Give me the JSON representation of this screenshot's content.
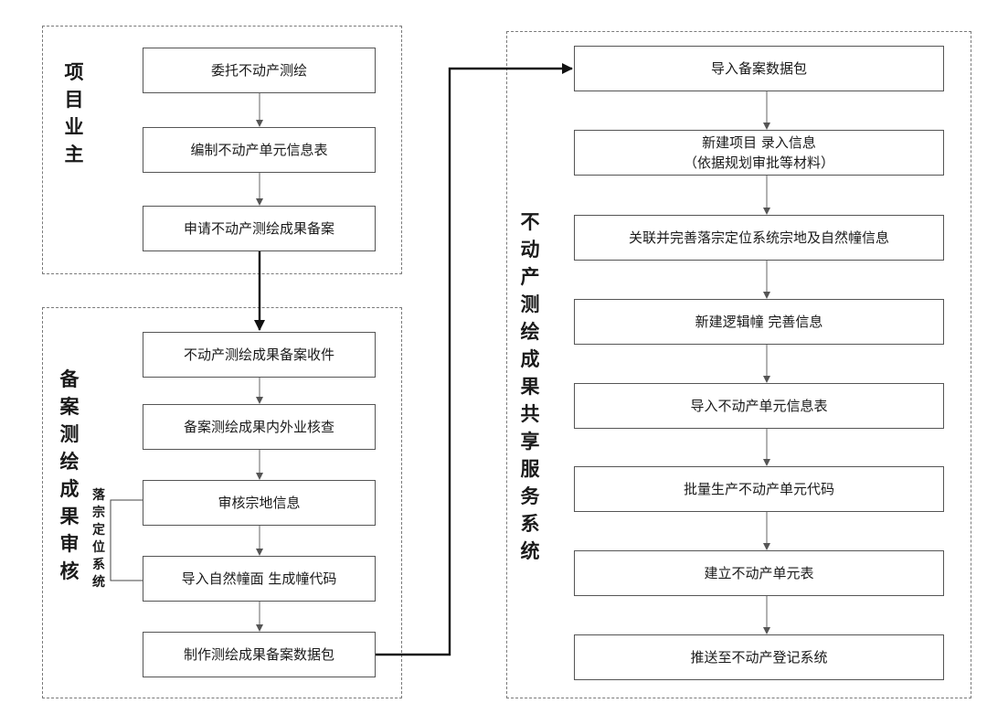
{
  "groups": {
    "owner": {
      "label": "项目业主"
    },
    "review": {
      "label": "备案测绘成果审核"
    },
    "system": {
      "label": "不动产测绘成果共享服务系统"
    }
  },
  "owner_steps": [
    "委托不动产测绘",
    "编制不动产单元信息表",
    "申请不动产测绘成果备案"
  ],
  "review_steps": [
    "不动产测绘成果备案收件",
    "备案测绘成果内外业核查",
    "审核宗地信息",
    "导入自然幢面  生成幢代码",
    "制作测绘成果备案数据包"
  ],
  "review_side_label": "落宗定位系统",
  "system_steps": [
    "导入备案数据包",
    "新建项目      录入信息\n（依据规划审批等材料）",
    "关联并完善落宗定位系统宗地及自然幢信息",
    "新建逻辑幢    完善信息",
    "导入不动产单元信息表",
    "批量生产不动产单元代码",
    "建立不动产单元表",
    "推送至不动产登记系统"
  ]
}
